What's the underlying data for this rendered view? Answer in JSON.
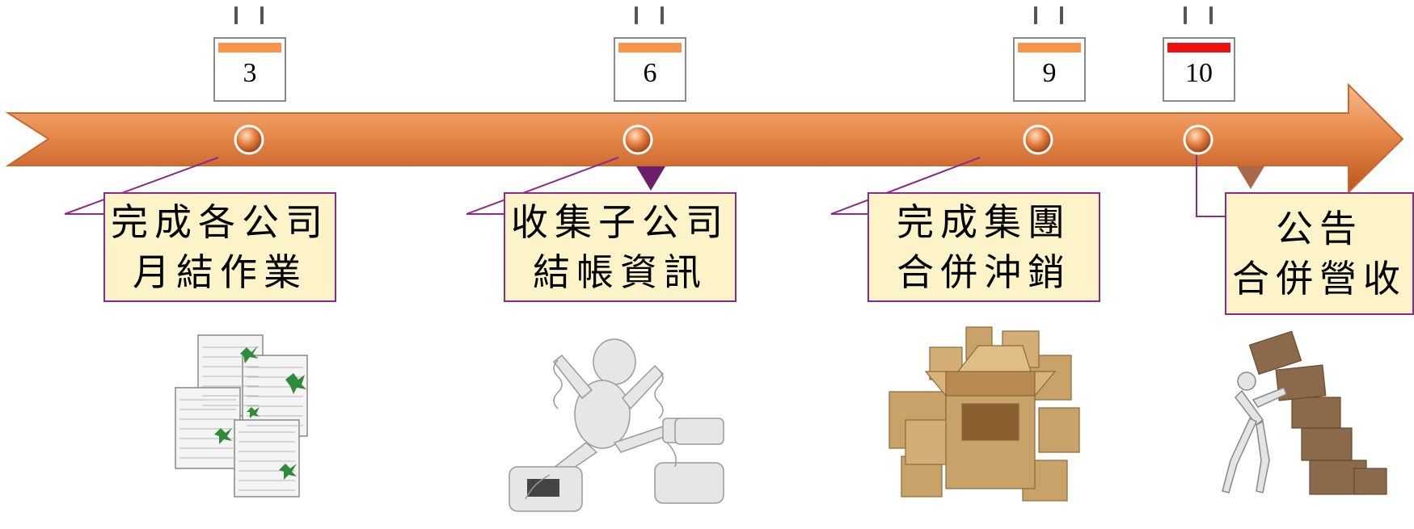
{
  "calendar": {
    "days": [
      "3",
      "6",
      "9",
      "10"
    ],
    "band_colors": [
      "#f7944a",
      "#f7944a",
      "#f7944a",
      "#ee1111"
    ]
  },
  "steps": [
    {
      "line1": "完成各公司",
      "line2": "月結作業"
    },
    {
      "line1": "收集子公司",
      "line2": "結帳資訊"
    },
    {
      "line1": "完成集團",
      "line2": "合併沖銷"
    },
    {
      "line1": "公告",
      "line2": "合併營收"
    }
  ],
  "colors": {
    "arrow": "#e88a4c",
    "arrow_dark": "#b8561e",
    "connector": "#8a2a8a",
    "label_bg": "#fdf3c8",
    "marker_purple": "#6b1f6b",
    "marker_brown": "#a86a4a"
  },
  "illustrations": [
    "spreadsheet-pages-icon",
    "tangled-phones-figure",
    "cardboard-boxes-pile",
    "figure-pushing-boxes"
  ]
}
